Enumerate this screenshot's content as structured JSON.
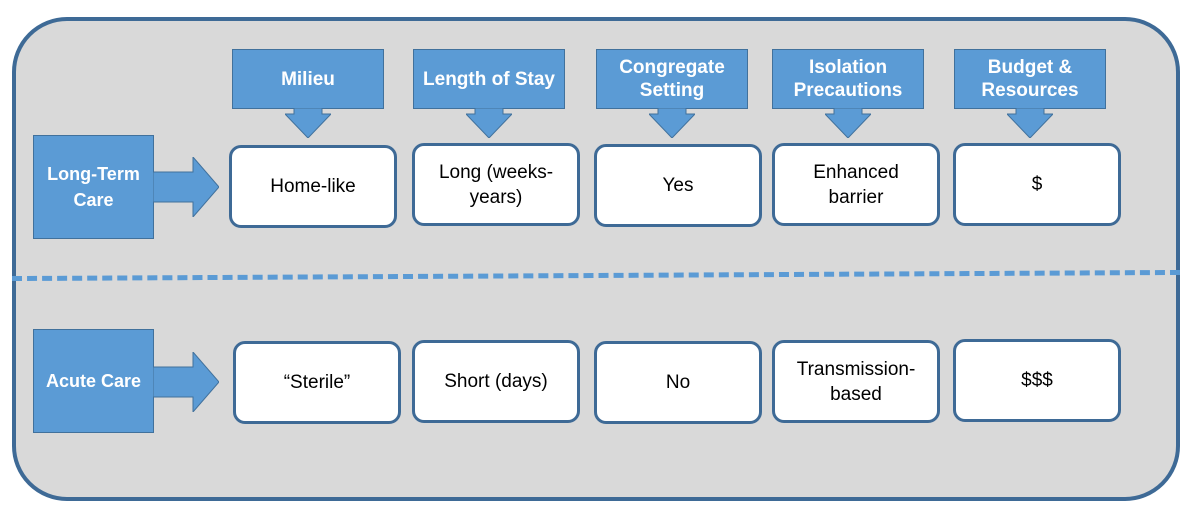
{
  "columns": [
    "Milieu",
    "Length of Stay",
    "Congregate Setting",
    "Isolation Precautions",
    "Budget & Resources"
  ],
  "rows": [
    {
      "label": "Long-Term Care",
      "cells": [
        "Home-like",
        "Long (weeks-years)",
        "Yes",
        "Enhanced barrier",
        "$"
      ]
    },
    {
      "label": "Acute Care",
      "cells": [
        "“Sterile”",
        "Short (days)",
        "No",
        "Transmission-based",
        "$$$"
      ]
    }
  ],
  "colors": {
    "header_fill": "#5b9bd5",
    "border": "#3e6a96",
    "panel": "#d9d9d9",
    "divider": "#5b9bd5"
  }
}
